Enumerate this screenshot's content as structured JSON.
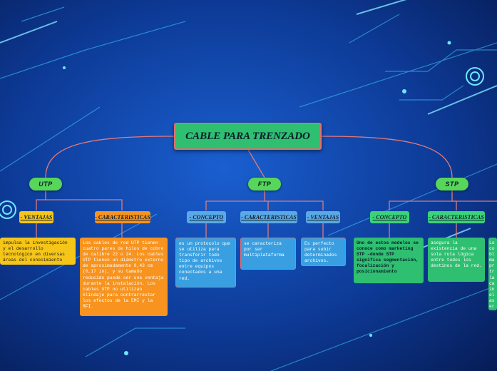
{
  "root": {
    "title": "CABLE PARA TRENZADO"
  },
  "branches": {
    "utp": {
      "label": "UTP",
      "ventajas": {
        "label": "- VENTAJAS",
        "text": "impulsa la investigación y el desarrollo tecnológico en diversas áreas del conocimiento"
      },
      "caracteristicas": {
        "label": "- CARACTERISTICAS",
        "text": "Los cables de red UTP tienen cuatro pares de hilos de cobre de calibre 22 o 24. Los cables UTP tienen un diámetro externo de aproximadamente 0,43 cm (0,17 in), y su tamaño reducido puede ser una ventaja durante la instalación. Los cables UTP no utilizan blindaje para contrarrestar los efectos de la EMI y la RFI."
      }
    },
    "ftp": {
      "label": "FTP",
      "concepto": {
        "label": "- CONCEPTO",
        "text": "es un protocolo que se utiliza para transferir todo tipo de archivos entre equipos conectados a una red."
      },
      "caracteristicas": {
        "label": "- CARACTERISTICAS",
        "text": "se caracteriza por ser multiplataforma"
      },
      "ventajas": {
        "label": "- VENTAJAS",
        "text": "Es perfecto para subir determinados archivos."
      }
    },
    "stp": {
      "label": "STP",
      "concepto": {
        "label": "- CONCEPTO",
        "text": "Uno de estos modelos se conoce como marketing STP –donde STP significa segmentación, focalización y posicionamiento"
      },
      "caracteristicas": {
        "label": "- CARACTERISTICAS",
        "text": "asegura la existencia de una sola ruta lógica entre todos los destinos de la red."
      },
      "extra": {
        "text": "Lo co bl ma pr tr la ca in el as er"
      }
    }
  }
}
